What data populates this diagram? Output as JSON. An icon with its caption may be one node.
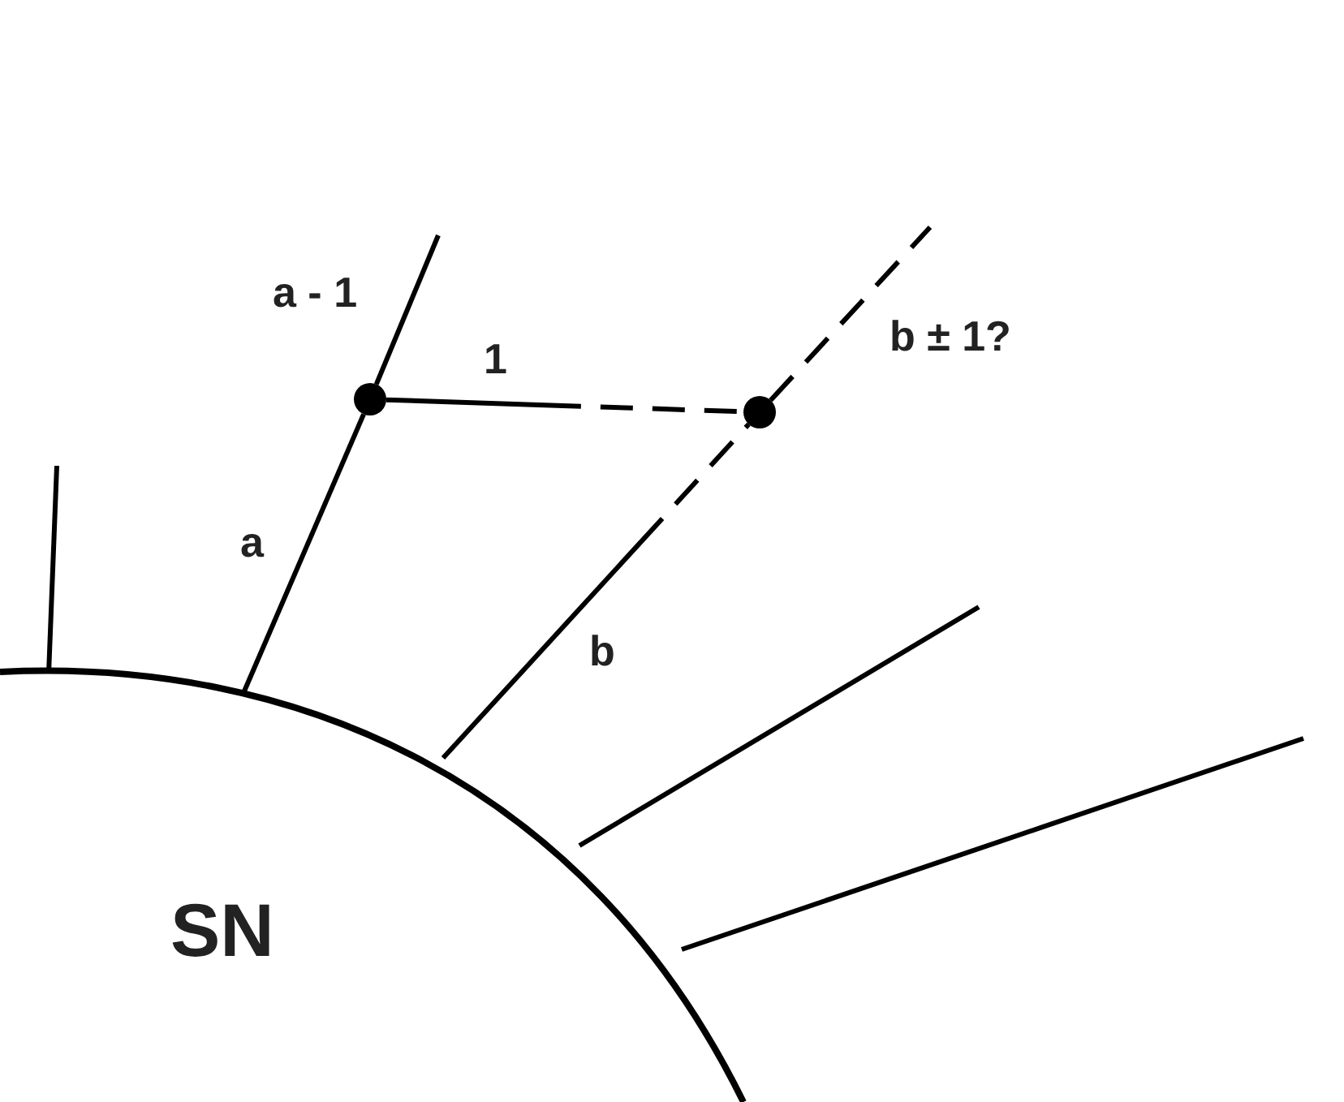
{
  "diagram": {
    "nodes": [
      {
        "text": [
          "SN"
        ]
      },
      {
        "text": [],
        "shape": "circle"
      },
      {
        "text": [],
        "shape": "circle"
      }
    ],
    "edges": [
      {
        "from": 0,
        "to": null,
        "arrow": "none"
      },
      {
        "from": 0,
        "to": 1,
        "arrow": "none",
        "label": "a"
      },
      {
        "from": 1,
        "to": null,
        "arrow": "none",
        "label": "a - 1"
      },
      {
        "from": 1,
        "to": 2,
        "arrow": "none",
        "label": "1",
        "style": "dashed"
      },
      {
        "from": 0,
        "to": 2,
        "arrow": "none",
        "label": "b",
        "style": "dashed"
      },
      {
        "from": 2,
        "to": null,
        "arrow": "none",
        "label": "b ± 1?",
        "style": "dashed"
      },
      {
        "from": 0,
        "to": null,
        "arrow": "none"
      },
      {
        "from": 0,
        "to": null,
        "arrow": "none"
      }
    ]
  }
}
